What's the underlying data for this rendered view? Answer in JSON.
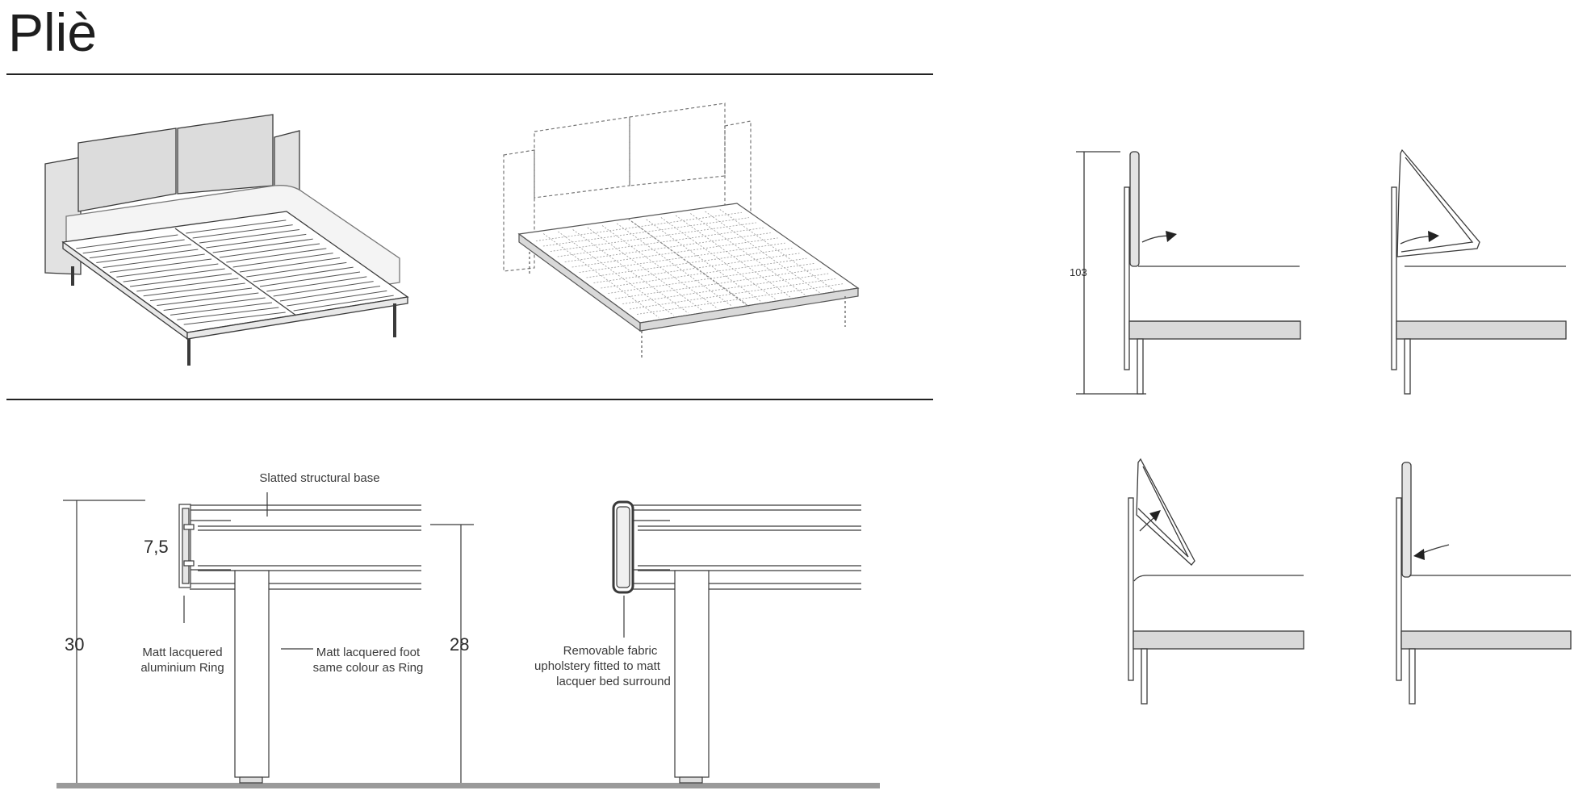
{
  "title": "Pliè",
  "section_labels": {
    "slatted_base": "Slatted structural base",
    "ring_line1": "Matt lacquered",
    "ring_line2": "aluminium Ring",
    "foot_line1": "Matt lacquered foot",
    "foot_line2": "same colour as Ring",
    "upholstery_line1": "Removable fabric",
    "upholstery_line2": "upholstery fitted to matt",
    "upholstery_line3": "lacquer bed surround"
  },
  "dimensions": {
    "total_height": "30",
    "frame_height": "28",
    "ring_height": "7,5",
    "headboard_height": "103"
  },
  "colors": {
    "line": "#3a3a3a",
    "panel_fill": "#dcdcdc",
    "floor": "#9a9a9a",
    "rail_fill": "#d9d9d9"
  }
}
